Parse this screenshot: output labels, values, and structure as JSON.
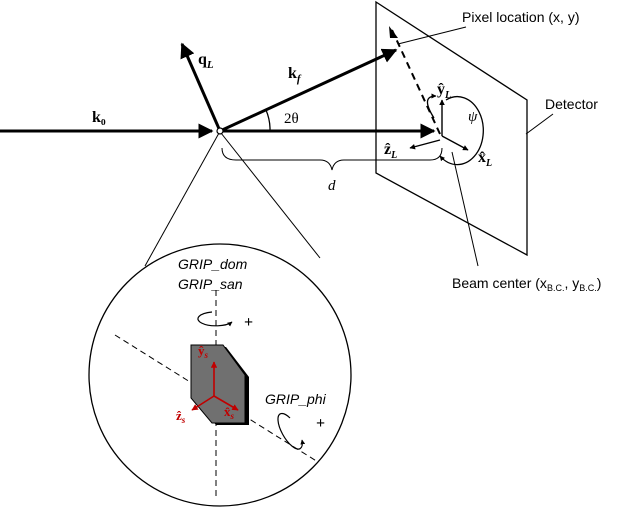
{
  "beam": {
    "k0": "k₀",
    "kf": "k",
    "kf_sub": "f",
    "qL": "q",
    "qL_sub": "L",
    "two_theta": "2θ",
    "distance": "d"
  },
  "detector": {
    "label": "Detector",
    "pixel_location": "Pixel location (x, y)",
    "beam_center": "Beam center (x",
    "beam_center_sub1": "B.C.",
    "beam_center_mid": ", y",
    "beam_center_sub2": "B.C.",
    "beam_center_end": ")",
    "yL": "ŷ",
    "xL": "x̂",
    "zL": "ẑ",
    "L_sub": "L",
    "psi": "ψ"
  },
  "sample": {
    "grip_dom": "GRIP_dom",
    "grip_san": "GRIP_san",
    "grip_phi": "GRIP_phi",
    "ys": "ŷ",
    "zs": "ẑ",
    "xs": "x̂",
    "s_sub": "s",
    "plus1": "+",
    "plus2": "+"
  },
  "colors": {
    "axis_red": "#c00000",
    "sample_fill": "#707070"
  }
}
